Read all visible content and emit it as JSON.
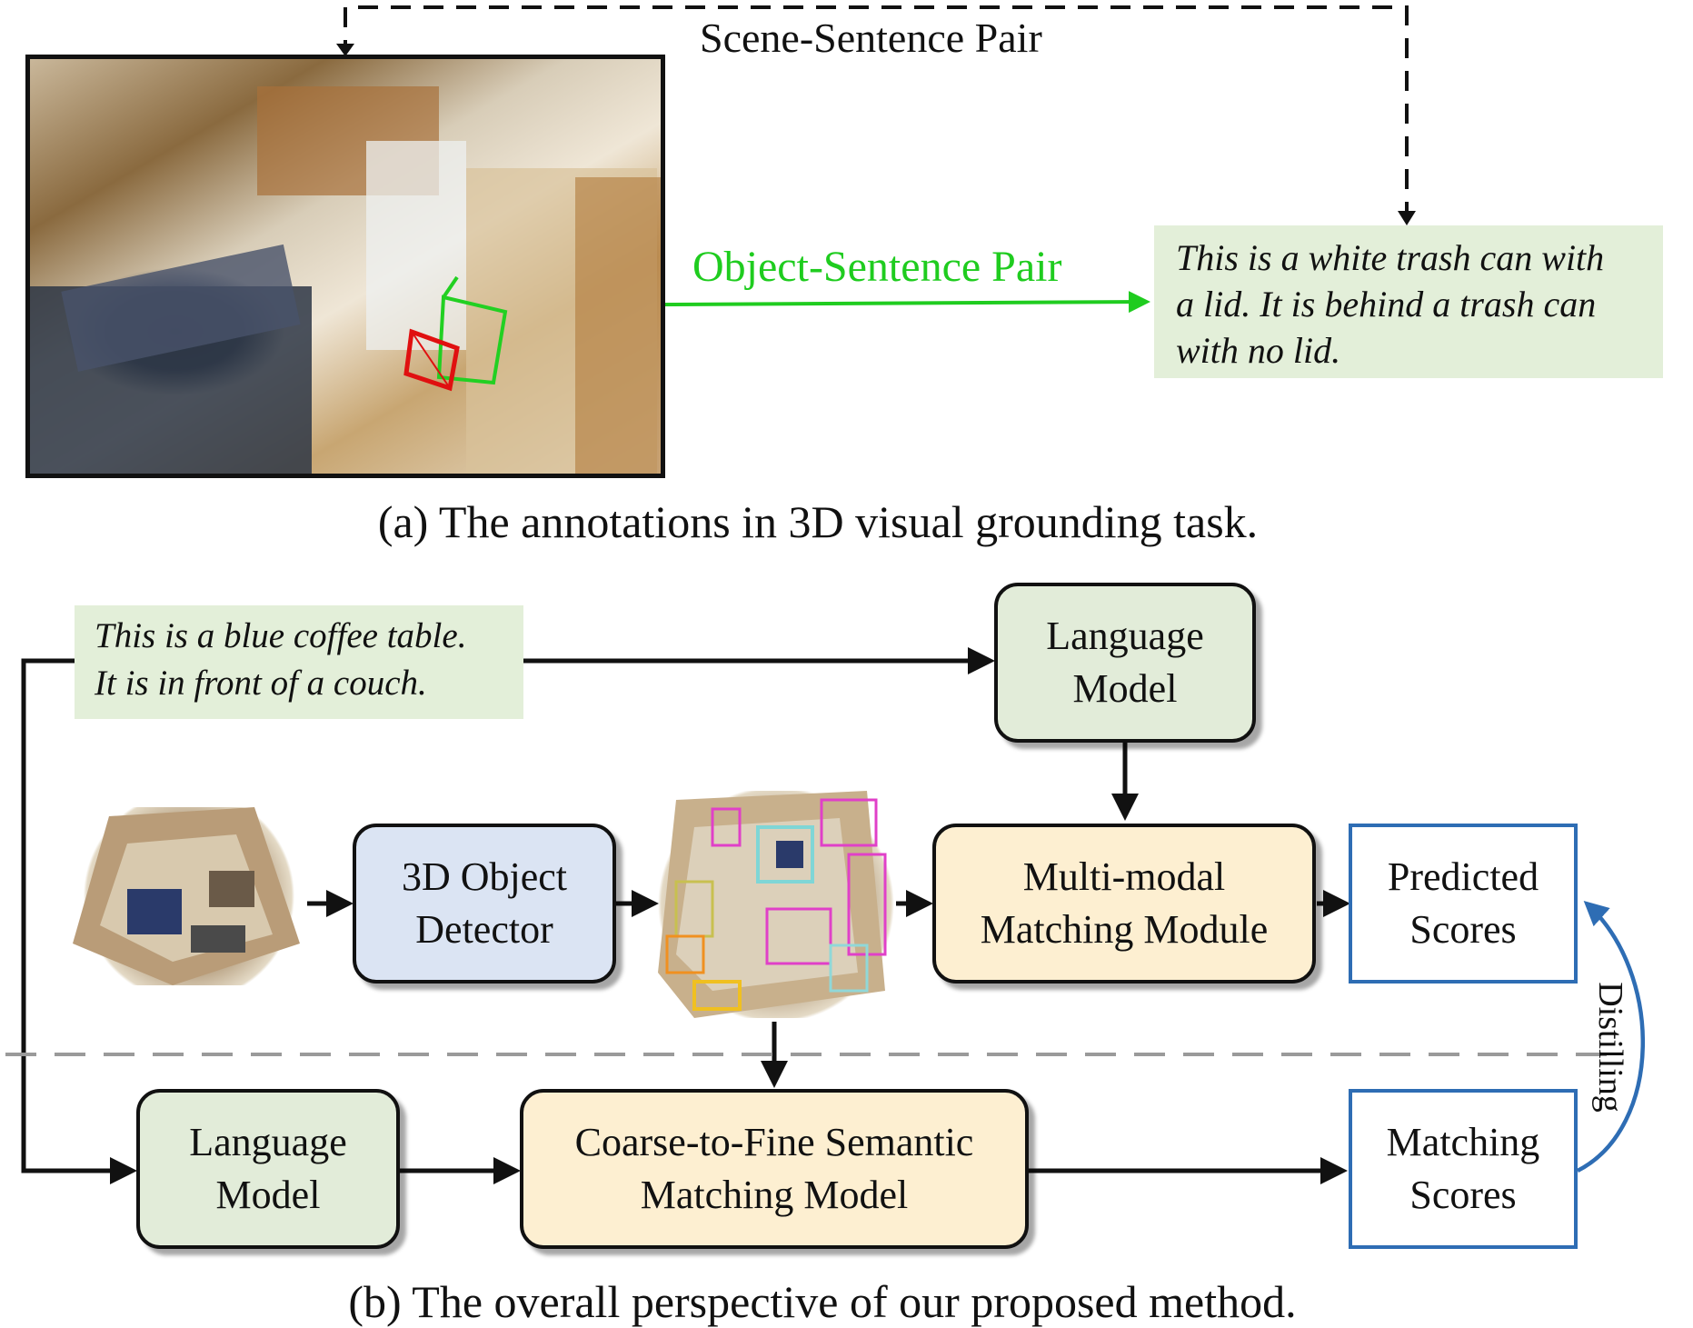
{
  "panel_a": {
    "scene_sentence_pair": "Scene-Sentence Pair",
    "object_sentence_pair": "Object-Sentence Pair",
    "annotation_text": [
      "This is a white trash can with",
      "a lid. It is behind a trash can",
      "with no lid."
    ],
    "caption": "(a) The annotations in 3D visual grounding task."
  },
  "panel_b": {
    "input_text": [
      "This is a blue coffee table.",
      "It is in front of a couch."
    ],
    "language_model_top": [
      "Language",
      "Model"
    ],
    "object_detector": [
      "3D Object",
      "Detector"
    ],
    "matching_module": [
      "Multi-modal",
      "Matching Module"
    ],
    "predicted_scores": [
      "Predicted",
      "Scores"
    ],
    "language_model_bottom": [
      "Language",
      "Model"
    ],
    "semantic_model": [
      "Coarse-to-Fine Semantic",
      "Matching Model"
    ],
    "matching_scores": [
      "Matching",
      "Scores"
    ],
    "distilling": "Distilling",
    "caption": "(b) The overall perspective of our proposed method."
  },
  "colors": {
    "object_pair_arrow": "#1fcc1f",
    "distilling_arrow": "#2e6db4",
    "language_box_fill": "#e2ecd9",
    "detector_box_fill": "#dbe4f3",
    "matching_box_fill": "#fdefd1",
    "score_box_border": "#2e6db4",
    "red_bbox": "#e01010",
    "green_bbox": "#22d022"
  }
}
